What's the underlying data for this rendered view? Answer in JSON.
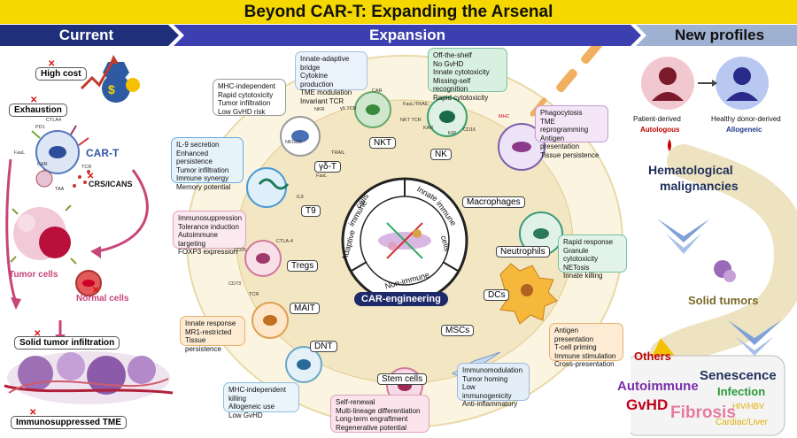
{
  "title": "Beyond CAR-T: Expanding the Arsenal",
  "bands": {
    "current": "Current",
    "expansion": "Expansion",
    "new_profiles": "New profiles"
  },
  "left": {
    "high_cost": "High cost",
    "exhaustion": "Exhaustion",
    "car_t": "CAR-T",
    "crs": "CRS/ICANS",
    "tumor_cells": "Tumor cells",
    "normal_cells": "Normal cells",
    "solid_tumor": "Solid tumor infiltration",
    "tme": "Immunosuppressed TME",
    "tiny": {
      "ctla4": "CTLA4",
      "pd1": "PD1",
      "fasl": "FasL",
      "tcr": "TCR",
      "car": "CAR",
      "taa": "TAA"
    }
  },
  "cells": {
    "nkt": "NKT",
    "nk": "NK",
    "gdt": "γδ-T",
    "t9": "T9",
    "macrophages": "Macrophages",
    "neutrophils": "Neutrophils",
    "dcs": "DCs",
    "tregs": "Tregs",
    "mait": "MAIT",
    "dnt": "DNT",
    "stem": "Stem cells",
    "mscs": "MSCs"
  },
  "boxes": {
    "nkt": "Innate-adaptive bridge\nCytokine production\nTME modulation\nInvariant TCR",
    "nk": "Off-the-shelf\nNo GvHD\nInnate cytotoxicity\nMissing-self recognition\nRapid cytotoxicity",
    "gdt": "MHC-independent\nRapid cytotoxicity\nTumor infiltration\nLow GvHD risk",
    "macro": "Phagocytosis\nTME reprogramming\nAntigen presentation\nTissue persistence",
    "t9": "IL-9 secretion\nEnhanced persistence\nTumor infiltration\nImmune synergy\nMemory potential",
    "neut": "Rapid response\nGranule cytotoxicity\nNETosis\nInnate killing",
    "tregs": "Immunosuppression\nTolerance induction\nAutoimmune targeting\nFOXP3 expression",
    "dcs": "Antigen presentation\nT-cell priming\nImmune stimulation\nCross-presentation",
    "mait": "Innate response\nMR1-restricted\nTissue persistence",
    "msc": "Immunomodulation\nTumor homing\nLow immunogenicity\nAnti-inflammatory",
    "dnt": "MHC-independent killing\nAllogeneic use\nLow GvHD",
    "stem": "Self-renewal\nMulti-lineage differentiation\nLong-term engraftment\nRegenerative potential"
  },
  "center": {
    "adaptive_cells": "Adaptive",
    "adaptive_cells2": "cells",
    "immune": "immune",
    "innate": "Innate",
    "innate_immune": "immune",
    "innate_cells": "cells",
    "non_immune": "Non-immune",
    "engineering": "CAR-engineering"
  },
  "small_labels": {
    "car": "CAR",
    "nkr": "NKR",
    "gd_tcr": "γδ TCR",
    "nkg2d": "NKG2D",
    "trail": "TRAIL",
    "fasl": "FasL",
    "il9": "IL9",
    "fasl_trail": "FasL/TRAIL",
    "nkt_tcr": "NKT TCR",
    "kar": "KAR",
    "kir": "KIR",
    "cd16": "CD16",
    "mhc": "MHC",
    "ctla4": "CTLA-4",
    "cd25": "CD25",
    "cd73": "CD73",
    "tcr": "TCR"
  },
  "right": {
    "patient_derived": "Patient-derived",
    "autologous": "Autologous",
    "healthy_donor": "Healthy donor-derived",
    "allogeneic": "Allogeneic",
    "heme": "Hematological",
    "heme2": "malignancies",
    "solid": "Solid tumors",
    "others": "Others",
    "senescence": "Senescence",
    "autoimmune": "Autoimmune",
    "infection": "Infection",
    "gvhd": "GvHD",
    "fibrosis": "Fibrosis",
    "hiv": "HIV/HBV",
    "cardiac": "Cardiac/Liver"
  },
  "colors": {
    "title_bg": "#f5d800",
    "band_current": "#1f2f7a",
    "band_expansion": "#3b3fb0",
    "band_new": "#8fa3c8",
    "autologous": "#c00000",
    "allogeneic": "#1f3a8a",
    "autoimmune": "#7b2fa8",
    "gvhd": "#c0001a",
    "fibrosis": "#e87aa0",
    "infection": "#2a9a3a"
  }
}
